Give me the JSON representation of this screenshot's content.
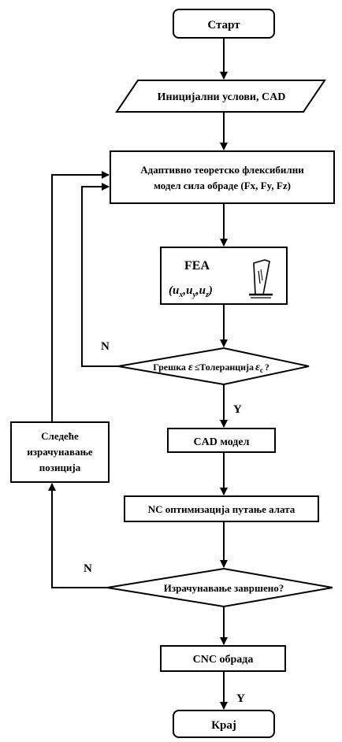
{
  "nodes": {
    "start": "Старт",
    "init": "Иницијални услови, CAD",
    "model_line1": "Адаптивно теоретско флексибилни",
    "model_line2": "модел сила обраде (Fx, Fy, Fz)",
    "fea_title": "FEA",
    "fea_vars": "(u",
    "fea_sub_x": "x",
    "fea_sub_y": "y",
    "fea_sub_z": "z",
    "fea_sep": ",u",
    "fea_end": ")",
    "error_check_a": "Грешка",
    "error_symbol": "ε",
    "error_check_b": "≤Толеранција",
    "error_symbol_c": "ε",
    "error_sub_c": "c",
    "error_q": "?",
    "cad_model": "CAD модел",
    "nc_opt": "NC оптимизација путање алата",
    "calc_done": "Израчунавање завршено?",
    "cnc": "CNC обрада",
    "end": "Крај",
    "side_line1": "Следеће",
    "side_line2": "израчунавање",
    "side_line3": "позиција"
  },
  "edges": {
    "no_1": "N",
    "yes_1": "Y",
    "no_2": "N",
    "yes_2": "Y"
  }
}
